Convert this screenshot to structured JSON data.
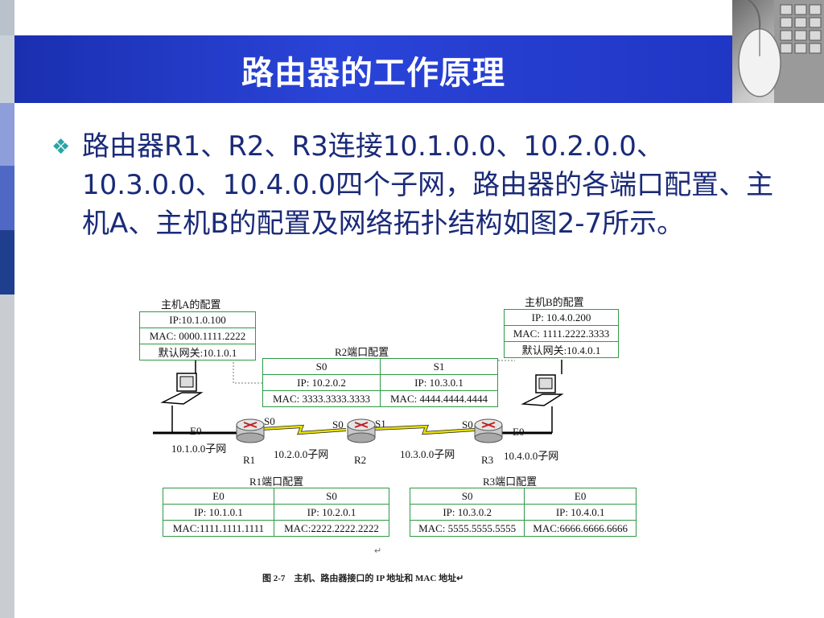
{
  "slide": {
    "title": "路由器的工作原理",
    "paragraph": "路由器R1、R2、R3连接10.1.0.0、10.2.0.0、10.3.0.0、10.4.0.0四个子网，路由器的各端口配置、主机A、主机B的配置及网络拓扑结构如图2-7所示。",
    "bullet_icon": "diamond-bullet-icon"
  },
  "diagram": {
    "hostA": {
      "title": "主机A的配置",
      "ip": "IP:10.1.0.100",
      "mac": "MAC: 0000.1111.2222",
      "gw": "默认网关:10.1.0.1"
    },
    "hostB": {
      "title": "主机B的配置",
      "ip": "IP: 10.4.0.200",
      "mac": "MAC: 1111.2222.3333",
      "gw": "默认网关:10.4.0.1"
    },
    "r2cfg": {
      "title": "R2端口配置",
      "h1": "S0",
      "h2": "S1",
      "ip1": "IP: 10.2.0.2",
      "ip2": "IP: 10.3.0.1",
      "mac1": "MAC: 3333.3333.3333",
      "mac2": "MAC: 4444.4444.4444"
    },
    "r1cfg": {
      "title": "R1端口配置",
      "h1": "E0",
      "h2": "S0",
      "ip1": "IP: 10.1.0.1",
      "ip2": "IP:  10.2.0.1",
      "mac1": "MAC:1111.1111.1111",
      "mac2": "MAC:2222.2222.2222"
    },
    "r3cfg": {
      "title": "R3端口配置",
      "h1": "S0",
      "h2": "E0",
      "ip1": "IP: 10.3.0.2",
      "ip2": "IP: 10.4.0.1",
      "mac1": "MAC: 5555.5555.5555",
      "mac2": "MAC:6666.6666.6666"
    },
    "labels": {
      "r1_e0": "E0",
      "r1_s0": "S0",
      "r2_s0": "S0",
      "r2_s1": "S1",
      "r3_s0": "S0",
      "r3_e0": "E0",
      "net1": "10.1.0.0子网",
      "net2": "10.2.0.0子网",
      "net3": "10.3.0.0子网",
      "net4": "10.4.0.0子网",
      "r1": "R1",
      "r2": "R2",
      "r3": "R3"
    },
    "return_mark": "↵",
    "caption": "图 2-7　主机、路由器接口的 IP 地址和 MAC 地址↵"
  },
  "colors": {
    "title_bar": "#2036c4",
    "text": "#1a2a78",
    "bullet": "#2aa5a5",
    "table_border": "#2e9a46",
    "serial_link": "#e8e000"
  }
}
